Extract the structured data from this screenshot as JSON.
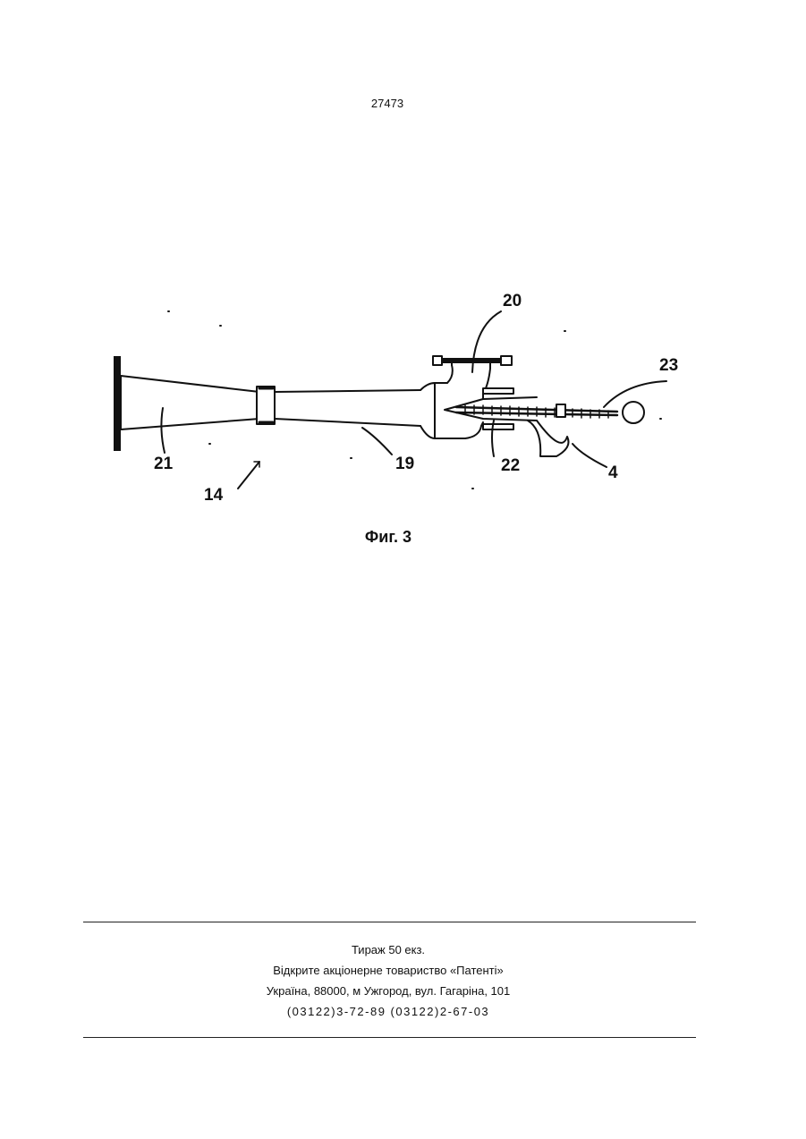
{
  "page_number": "27473",
  "figure": {
    "caption": "Фиг. 3",
    "labels": {
      "n20": "20",
      "n23": "23",
      "n21": "21",
      "n19": "19",
      "n22": "22",
      "n4": "4",
      "n14": "14"
    }
  },
  "imprint": {
    "line1": "Тираж 50 екз.",
    "line2": "Відкрите акціонерне товариство «Патенті»",
    "line3": "Україна, 88000, м Ужгород, вул. Гагаріна, 101",
    "line4": "(03122)3-72-89 (03122)2-67-03"
  }
}
